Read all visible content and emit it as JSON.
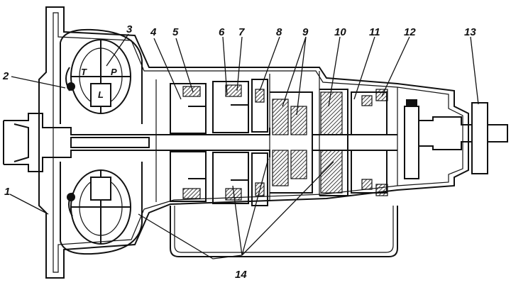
{
  "diagram": {
    "callouts": [
      "1",
      "2",
      "3",
      "4",
      "5",
      "6",
      "7",
      "8",
      "9",
      "10",
      "11",
      "12",
      "13",
      "14"
    ],
    "converter_labels": {
      "turbine": "T",
      "pump": "P",
      "stator": "L"
    }
  }
}
